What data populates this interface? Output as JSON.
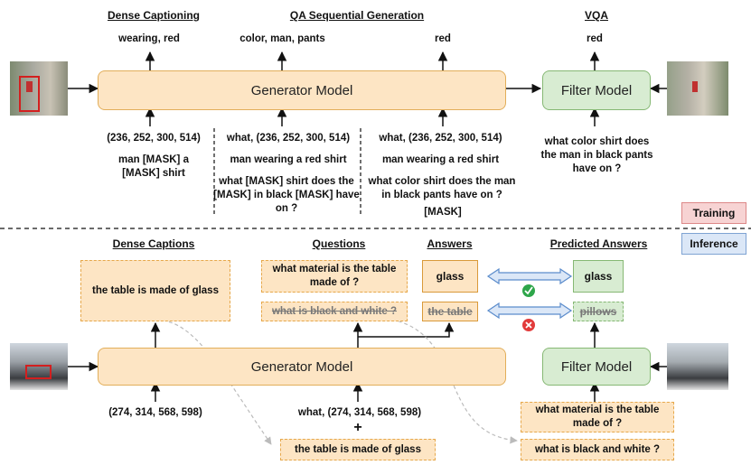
{
  "training": {
    "headings": {
      "dense_captioning": "Dense Captioning",
      "qa_sequential": "QA Sequential Generation",
      "vqa": "VQA"
    },
    "outputs": {
      "dense": "wearing, red",
      "qa1": "color, man, pants",
      "qa2": "red",
      "vqa": "red"
    },
    "generator_label": "Generator Model",
    "filter_label": "Filter Model",
    "col1": {
      "coords": "(236, 252, 300, 514)",
      "text": "man [MASK] a [MASK] shirt"
    },
    "col2": {
      "coords": "what, (236, 252, 300, 514)",
      "caption": "man wearing a red shirt",
      "question": "what [MASK] shirt does the [MASK] in black [MASK] have on ?"
    },
    "col3": {
      "coords": "what, (236, 252, 300, 514)",
      "caption": "man wearing a red shirt",
      "question": "what color shirt does the man in black pants have on ?",
      "mask": "[MASK]"
    },
    "vqa_question": "what color shirt does the man in black pants have on ?",
    "tag": "Training"
  },
  "inference": {
    "tag": "Inference",
    "headings": {
      "dense_captions": "Dense Captions",
      "questions": "Questions",
      "answers": "Answers",
      "predicted": "Predicted Answers"
    },
    "caption_box": "the table is made of glass",
    "questions": [
      "what material is the table made of ?",
      "what is black and white ?"
    ],
    "answers": [
      "glass",
      "the table"
    ],
    "predicted": [
      "glass",
      "pillows"
    ],
    "generator_label": "Generator Model",
    "filter_label": "Filter Model",
    "coords_left": "(274, 314, 568, 598)",
    "coords_mid": "what, (274, 314, 568, 598)",
    "plus": "+",
    "mid_caption": "the table is made of glass",
    "filter_inputs": [
      "what material is the table made of ?",
      "what is black and white ?"
    ]
  },
  "colors": {
    "generator_fill": "#fde5c4",
    "filter_fill": "#d8ecd2",
    "training_tag": "#f7d3d3",
    "inference_tag": "#dbe7f7",
    "check": "#2ea64a",
    "cross": "#e23b3b"
  }
}
